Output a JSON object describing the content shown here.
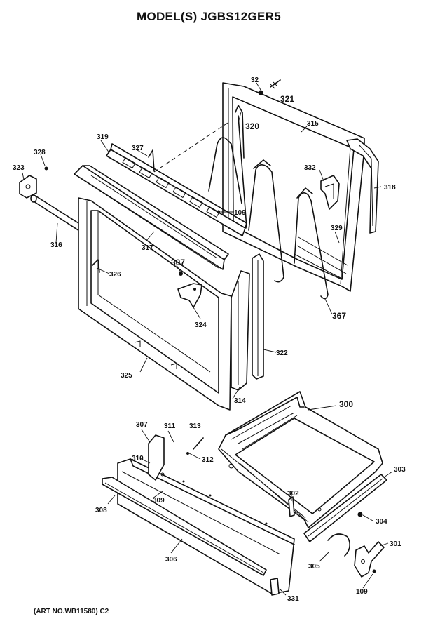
{
  "title": "MODEL(S) JGBS12GER5",
  "art_number": "(ART NO.WB11580) C2",
  "callouts": [
    "32",
    "321",
    "320",
    "315",
    "318",
    "332",
    "329",
    "367",
    "328",
    "323",
    "319",
    "327",
    "109",
    "316",
    "317",
    "307",
    "326",
    "324",
    "325",
    "322",
    "314",
    "300",
    "311",
    "313",
    "312",
    "310",
    "308",
    "309",
    "303",
    "302",
    "304",
    "306",
    "305",
    "301",
    "331"
  ]
}
